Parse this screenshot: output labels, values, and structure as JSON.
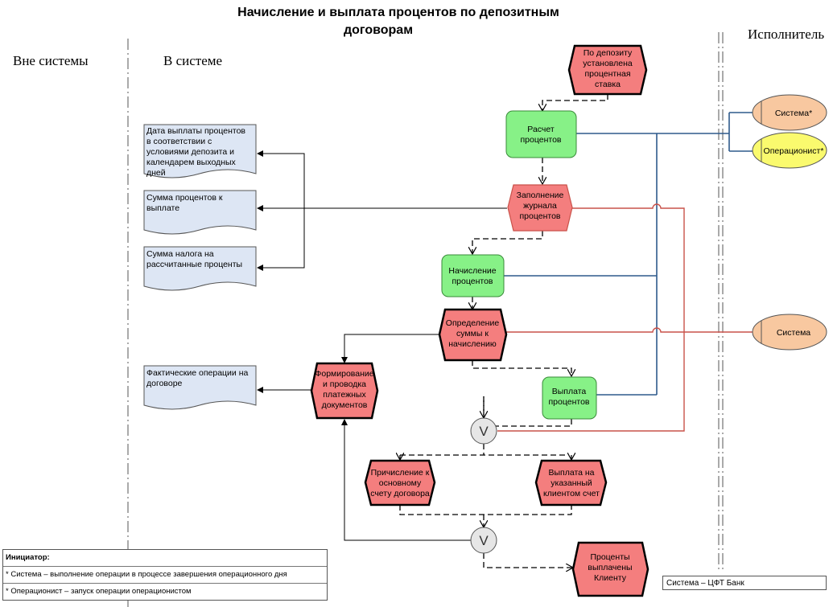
{
  "title": {
    "line1": "Начисление и выплата процентов по депозитным",
    "line2": "договорам"
  },
  "lanes": {
    "outside": "Вне системы",
    "inside": "В системе",
    "executor": "Исполнитель"
  },
  "documents": {
    "doc1": [
      "Дата выплаты процентов",
      "в соответствии с",
      "условиями депозита и",
      "календарем выходных",
      "дней"
    ],
    "doc2": [
      "Сумма процентов к",
      "выплате"
    ],
    "doc3": [
      "Сумма налога на",
      "рассчитанные проценты"
    ],
    "doc4": [
      "Фактические операции на",
      "договоре"
    ]
  },
  "events": {
    "start": [
      "По депозиту",
      "установлена",
      "процентная",
      "ставка"
    ],
    "fill_journal": [
      "Заполнение",
      "журнала",
      "процентов"
    ],
    "determine_sum": [
      "Определение",
      "суммы к",
      "начислению"
    ],
    "form_docs": [
      "Формирование",
      "и проводка",
      "платежных",
      "документов"
    ],
    "accrue_main": [
      "Причисление к",
      "основному",
      "счету договора"
    ],
    "pay_account": [
      "Выплата на",
      "указанный",
      "клиентом счет"
    ],
    "end": [
      "Проценты",
      "выплачены",
      "Клиенту"
    ]
  },
  "functions": {
    "calc": [
      "Расчет",
      "процентов"
    ],
    "accrual": [
      "Начисление",
      "процентов"
    ],
    "payout": [
      "Выплата",
      "процентов"
    ]
  },
  "roles": {
    "system1": "Система*",
    "operator": "Операционист*",
    "system2": "Система"
  },
  "connectors": {
    "or1": "V",
    "or2": "V"
  },
  "legend": {
    "heading": "Инициатор:",
    "row1": "* Система – выполнение операции в процессе завершения операционного дня",
    "row2": "* Операционист – запуск операции операционистом"
  },
  "system_note": "Система – ЦФТ Банк",
  "colors": {
    "event_fill": "#f47e7e",
    "function_fill": "#87f187",
    "role_orange": "#f8c8a0",
    "role_yellow": "#fafa6e",
    "blue_line": "#2e5a8c",
    "red_line": "#c9524a"
  }
}
